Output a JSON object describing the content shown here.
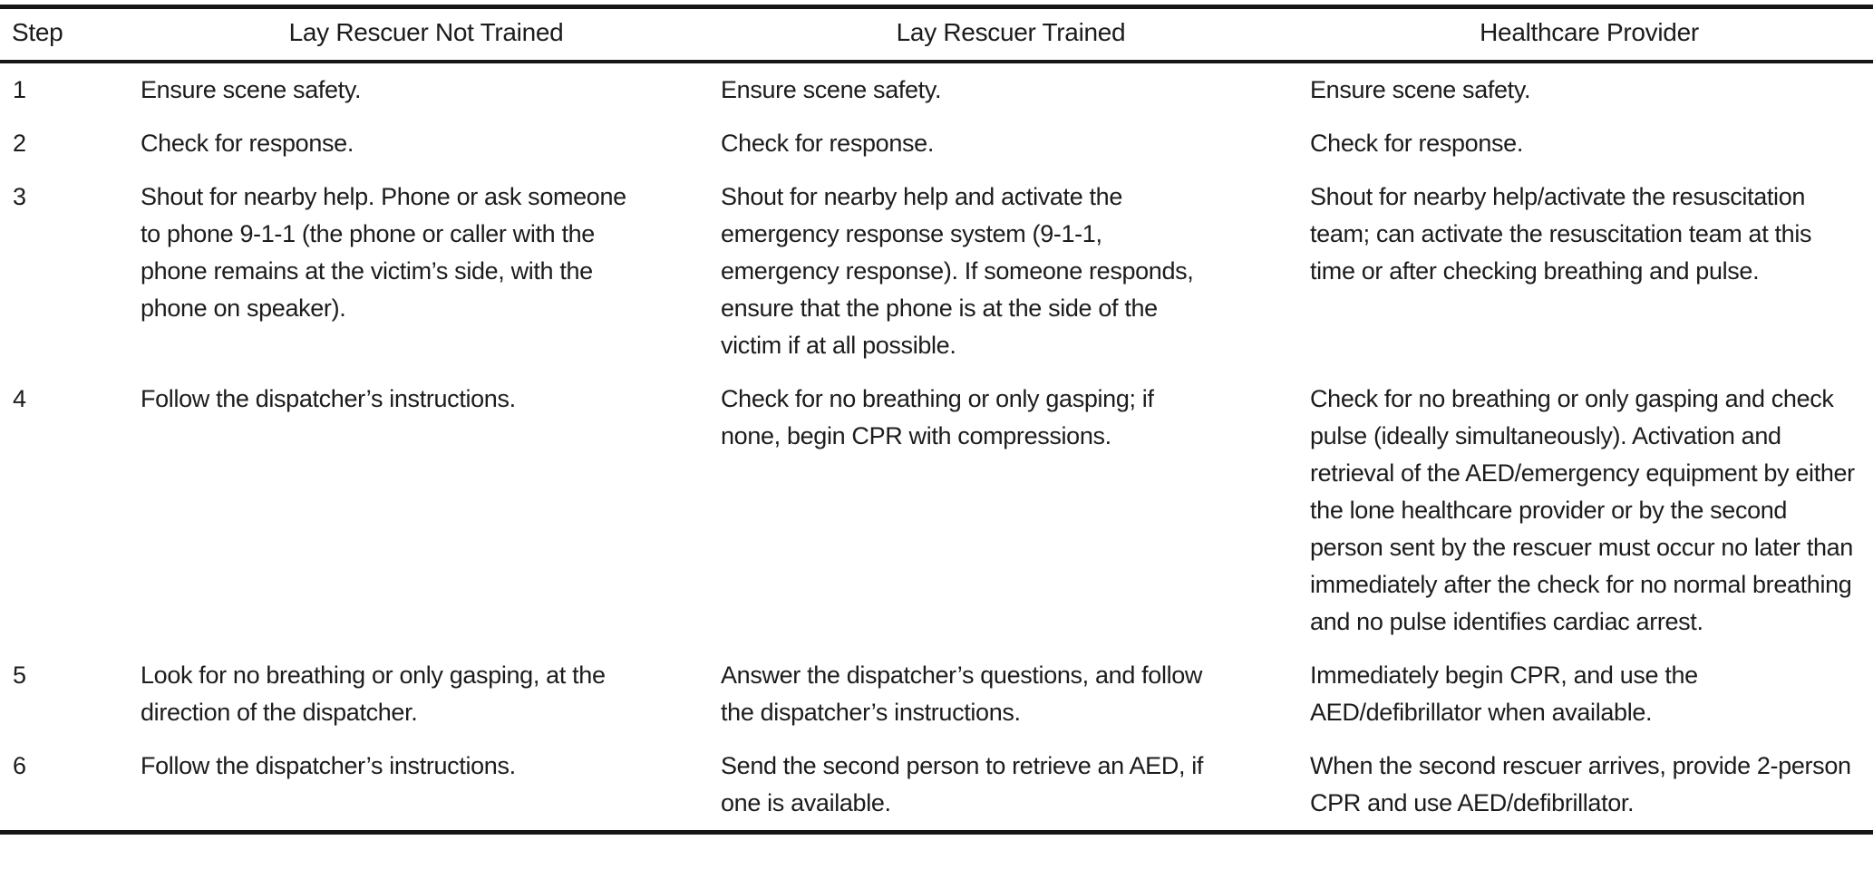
{
  "colors": {
    "text": "#1c1c1c",
    "rule": "#161616",
    "background": "#ffffff"
  },
  "table": {
    "columns": [
      {
        "label": "Step"
      },
      {
        "label": "Lay Rescuer Not Trained"
      },
      {
        "label": "Lay Rescuer Trained"
      },
      {
        "label": "Healthcare Provider"
      }
    ],
    "rows": [
      {
        "step": "1",
        "not_trained": "Ensure scene safety.",
        "trained": "Ensure scene safety.",
        "provider": "Ensure scene safety."
      },
      {
        "step": "2",
        "not_trained": "Check for response.",
        "trained": "Check for response.",
        "provider": "Check for response."
      },
      {
        "step": "3",
        "not_trained": "Shout for nearby help. Phone or ask someone to phone 9-1-1 (the phone or caller with the phone remains at the victim’s side, with the phone on speaker).",
        "trained": "Shout for nearby help and activate the emergency response system (9-1-1, emergency response). If someone responds, ensure that the phone is at the side of the victim if at all possible.",
        "provider": "Shout for nearby help/activate the resuscitation team; can activate the resuscitation team at this time or after checking breathing and pulse."
      },
      {
        "step": "4",
        "not_trained": "Follow the dispatcher’s instructions.",
        "trained": "Check for no breathing or only gasping; if none, begin CPR with compressions.",
        "provider": "Check for no breathing or only gasping and check pulse (ideally simultaneously). Activation and retrieval of the AED/emergency equipment by either the lone healthcare provider or by the second person sent by the rescuer must occur no later than immediately after the check for no normal breathing and no pulse identifies cardiac arrest."
      },
      {
        "step": "5",
        "not_trained": "Look for no breathing or only gasping, at the direction of the dispatcher.",
        "trained": "Answer the dispatcher’s questions, and follow the dispatcher’s instructions.",
        "provider": "Immediately begin CPR, and use the AED/defibrillator when available."
      },
      {
        "step": "6",
        "not_trained": "Follow the dispatcher’s instructions.",
        "trained": "Send the second person to retrieve an AED, if one is available.",
        "provider": "When the second rescuer arrives, provide 2-person CPR and use AED/defibrillator."
      }
    ]
  }
}
